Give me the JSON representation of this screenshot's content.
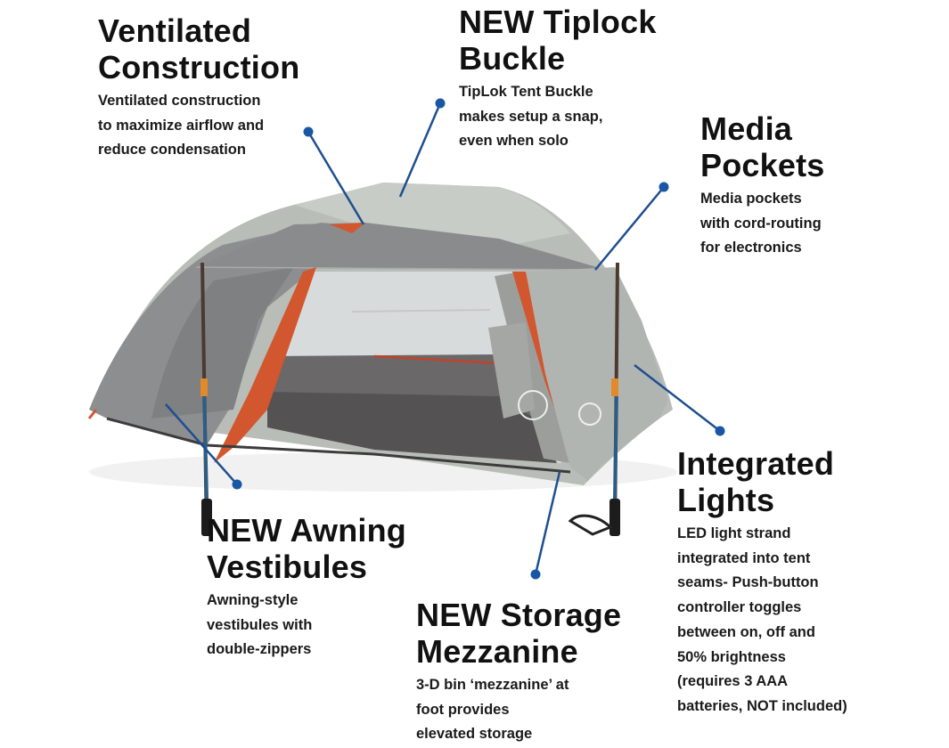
{
  "image_description": "Product feature infographic for a backpacking tent with callouts",
  "colors": {
    "background": "#ffffff",
    "text": "#111111",
    "callout_line": "#1f4f8f",
    "callout_dot": "#1957a6",
    "tent_fly_light": "#b9bdb7",
    "tent_fly_dark": "#8a8b8c",
    "tent_accent_orange": "#d2562e",
    "tent_floor": "#4d4a4a",
    "pole_blue": "#2b5d85"
  },
  "features": [
    {
      "id": "ventilated-construction",
      "title_line1": "Ventilated",
      "title_line2": "Construction",
      "description": "Ventilated construction\nto maximize airflow and\nreduce condensation"
    },
    {
      "id": "tiplock-buckle",
      "title_line1": "NEW Tiplock",
      "title_line2": "Buckle",
      "description": "TipLok Tent Buckle\nmakes setup a snap,\neven when solo"
    },
    {
      "id": "media-pockets",
      "title_line1": "Media",
      "title_line2": "Pockets",
      "description": "Media pockets\nwith cord-routing\nfor electronics"
    },
    {
      "id": "integrated-lights",
      "title_line1": "Integrated",
      "title_line2": "Lights",
      "description": "LED light strand\nintegrated into tent\nseams- Push-button\ncontroller toggles\nbetween on, off and\n50% brightness\n(requires 3 AAA\nbatteries, NOT included)"
    },
    {
      "id": "awning-vestibules",
      "title_line1": "NEW Awning",
      "title_line2": "Vestibules",
      "description": "Awning-style\nvestibules with\ndouble-zippers"
    },
    {
      "id": "storage-mezzanine",
      "title_line1": "NEW Storage",
      "title_line2": "Mezzanine",
      "description": "3-D bin ‘mezzanine’ at\nfoot provides\nelevated storage"
    }
  ]
}
